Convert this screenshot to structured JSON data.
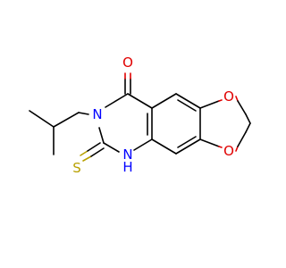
{
  "structure": {
    "atoms": [
      {
        "label": "O",
        "color": "#e00000"
      },
      {
        "label": "N",
        "color": "#0000ff"
      },
      {
        "label": "N",
        "color": "#0000ff"
      },
      {
        "label": "H",
        "color": "#0000ff"
      },
      {
        "label": "S",
        "color": "#b8a000"
      },
      {
        "label": "O",
        "color": "#e00000"
      },
      {
        "label": "O",
        "color": "#e00000"
      }
    ]
  }
}
